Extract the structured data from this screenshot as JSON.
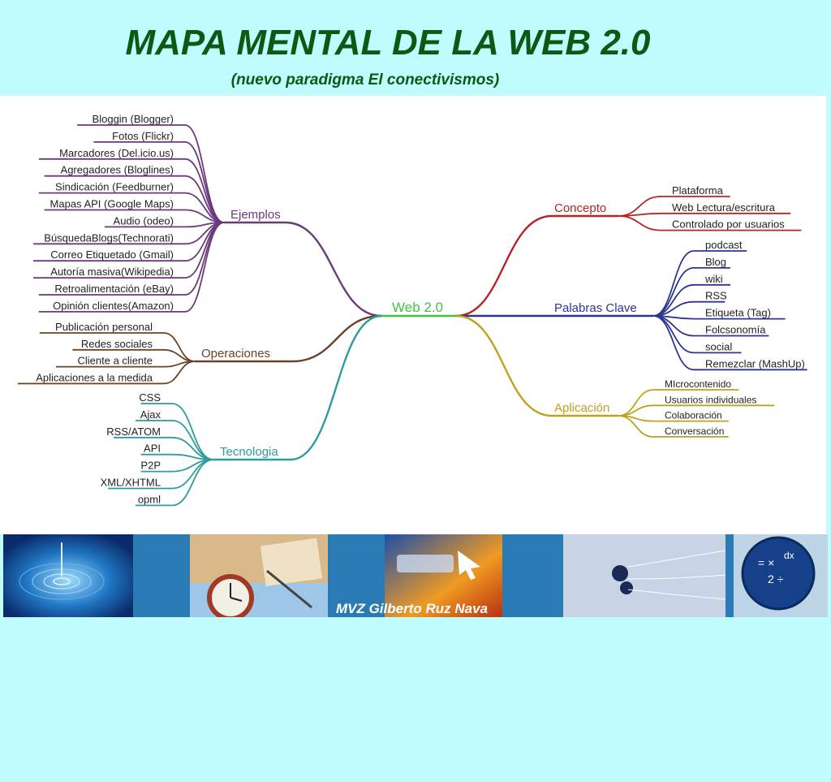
{
  "header": {
    "title": "MAPA MENTAL DE LA WEB 2.0",
    "subtitle": "(nuevo paradigma El conectivismos)"
  },
  "mindmap": {
    "center": "Web 2.0",
    "branches": [
      {
        "id": "ejemplos",
        "label": "Ejemplos",
        "color": "#6a3a7c",
        "children": [
          "Bloggin (Blogger)",
          "Fotos (Flickr)",
          "Marcadores (Del.icio.us)",
          "Agregadores (Bloglines)",
          "Sindicación (Feedburner)",
          "Mapas API (Google Maps)",
          "Audio (odeo)",
          "BúsquedaBlogs(Technorati)",
          "Correo Etiquetado (Gmail)",
          "Autoría masiva(Wikipedia)",
          "Retroalimentación (eBay)",
          "Opinión clientes(Amazon)"
        ]
      },
      {
        "id": "operaciones",
        "label": "Operaciones",
        "color": "#6b4226",
        "children": [
          "Publicación personal",
          "Redes sociales",
          "Cliente a cliente",
          "Aplicaciones a la medida"
        ]
      },
      {
        "id": "tecnologia",
        "label": "Tecnologia",
        "color": "#2e9c9c",
        "children": [
          "CSS",
          "Ajax",
          "RSS/ATOM",
          "API",
          "P2P",
          "XML/XHTML",
          "opml"
        ]
      },
      {
        "id": "concepto",
        "label": "Concepto",
        "color": "#b82424",
        "children": [
          "Plataforma",
          "Web Lectura/escritura",
          "Controlado por usuarios"
        ]
      },
      {
        "id": "palabras",
        "label": "Palabras Clave",
        "color": "#2c3592",
        "children": [
          "podcast",
          "Blog",
          "wiki",
          "RSS",
          "Etiqueta (Tag)",
          "Folcsonomía",
          "social",
          "Remezclar (MashUp)"
        ]
      },
      {
        "id": "aplicacion",
        "label": "Aplicación",
        "color": "#bfa21c",
        "children": [
          "MIcrocontenido",
          "Usuarios individuales",
          "Colaboración",
          "Conversación"
        ]
      }
    ],
    "center_color": "#48c048"
  },
  "banner": {
    "author": "MVZ Gilberto Ruz Nava",
    "images": [
      "water-ripple-image",
      "clock-papers-image",
      "world-map-image",
      "globe-hands-image",
      "math-sphere-image"
    ]
  }
}
